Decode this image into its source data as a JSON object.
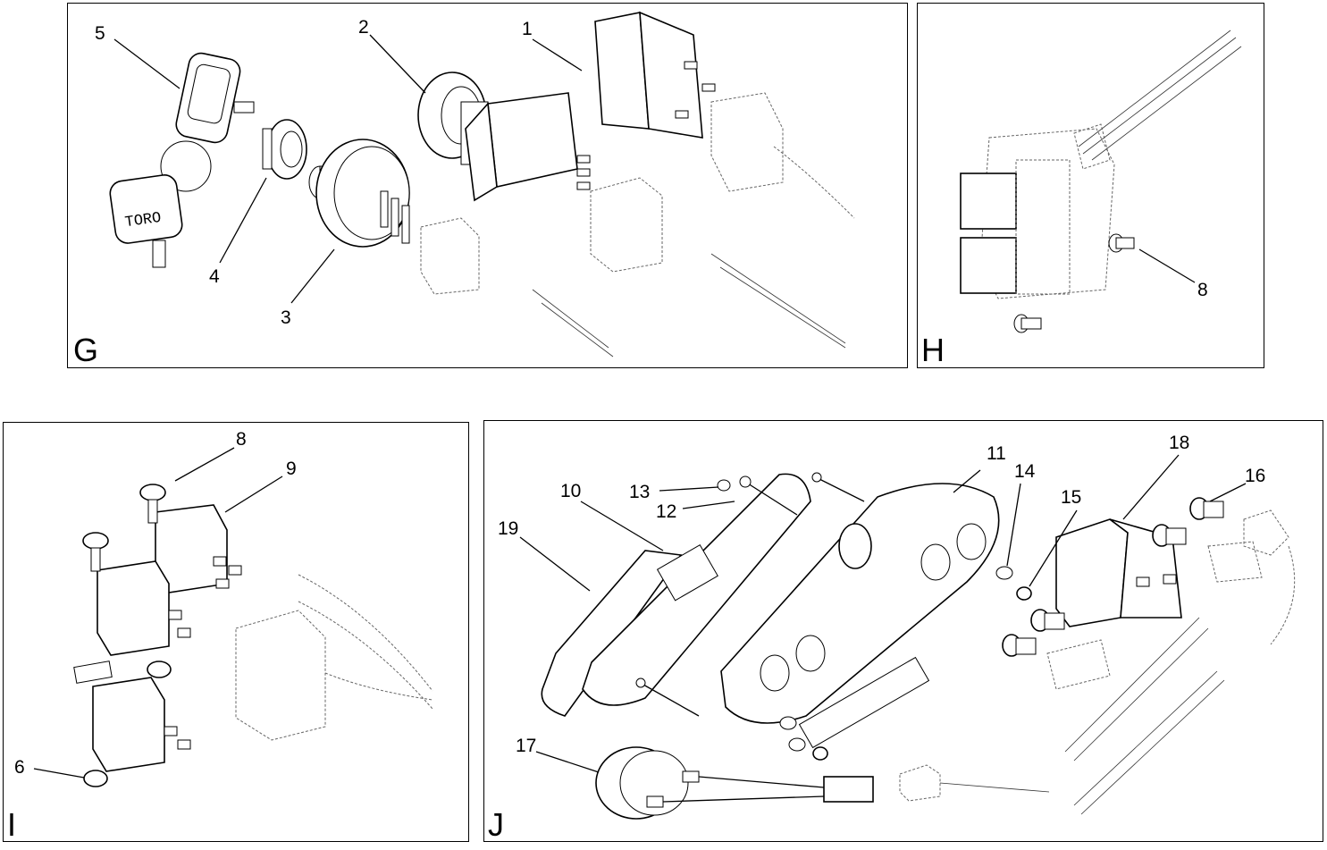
{
  "panels": {
    "G": {
      "letter": "G",
      "callouts": {
        "c1": "1",
        "c2": "2",
        "c3": "3",
        "c4": "4",
        "c5": "5"
      },
      "key_text": "TORO"
    },
    "H": {
      "letter": "H",
      "callouts": {
        "c8": "8"
      }
    },
    "I": {
      "letter": "I",
      "callouts": {
        "c6": "6",
        "c8": "8",
        "c9": "9"
      }
    },
    "J": {
      "letter": "J",
      "callouts": {
        "c10": "10",
        "c11": "11",
        "c12": "12",
        "c13": "13",
        "c14": "14",
        "c15": "15",
        "c16": "16",
        "c17": "17",
        "c18": "18",
        "c19": "19"
      }
    }
  }
}
